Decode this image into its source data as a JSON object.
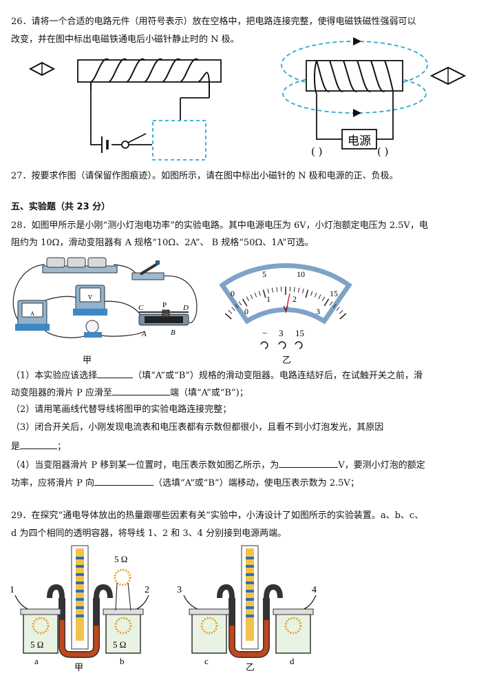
{
  "q26": {
    "line1": "26．请将一个合适的电路元件（用符号表示）放在空格中，把电路连接完整，使得电磁铁磁性强弱可以",
    "line2": "改变，并在图中标出电磁铁通电后小磁针静止时的 N 极。"
  },
  "q27_figure": {
    "power_label": "电源",
    "left_paren": "(    )",
    "right_paren": "(    )"
  },
  "q27": {
    "text": "27．按要求作图（请保留作图痕迹）。如图所示，请在图中标出小磁针的 N 极和电源的正、负极。"
  },
  "section5": {
    "title": "五、实验题（共 23 分）"
  },
  "q28": {
    "line1": "28．如图甲所示是小刚“测小灯泡电功率”的实验电路。其中电源电压为 6V，小灯泡额定电压为 2.5V，电",
    "line2": "阻约为 10Ω，滑动变阻器有 A 规格“10Ω、2A”、 B 规格“50Ω、1A”可选。",
    "fig_jia": "甲",
    "fig_yi": "乙",
    "rheostat_labels": {
      "C": "C",
      "P": "P",
      "D": "D",
      "A": "A",
      "B": "B"
    },
    "voltmeter": {
      "outer_scale": [
        "0",
        "5",
        "10",
        "15"
      ],
      "inner_scale": [
        "0",
        "1",
        "2",
        "3"
      ],
      "unit": "V",
      "terminals": [
        "−",
        "3",
        "15"
      ]
    },
    "meter_a": "A",
    "meter_v": "V",
    "p1_a": "（1）本实验应该选择",
    "p1_b": "（填“A”或“B”）规格的滑动变阻器。电路连结好后，在试触开关之前，滑",
    "p1_c": "动变阻器的滑片 P 应滑至",
    "p1_d": "端（填“A”或“B”)；",
    "p2": "（2）请用笔画线代替导线将图甲的实验电路连接完整；",
    "p3_a": "（3）闭合开关后，小刚发现电流表和电压表都有示数但都很小，且看不到小灯泡发光，其原因",
    "p3_b": "是",
    "p3_c": "；",
    "p4_a": "（4）当变阻器滑片 P 移到某一位置时，电压表示数如图乙所示，为",
    "p4_b": "V，要测小灯泡的额定",
    "p4_c": "功率，应将滑片 P 向",
    "p4_d": "（选填“A”或“B”）端移动，使电压表示数为 2.5V；"
  },
  "q29": {
    "line1": "29．在探究“通电导体放出的热量跟哪些因素有关”实验中，小涛设计了如图所示的实验装置。a、b、c、",
    "line2": "d 为四个相同的透明容器，将导线 1、2 和 3、4 分别接到电源两端。",
    "wire_labels": [
      "1",
      "2",
      "3",
      "4"
    ],
    "container_labels": [
      "a",
      "b",
      "c",
      "d"
    ],
    "resistor_label": "5 Ω",
    "fig_jia": "甲",
    "fig_yi": "乙"
  }
}
